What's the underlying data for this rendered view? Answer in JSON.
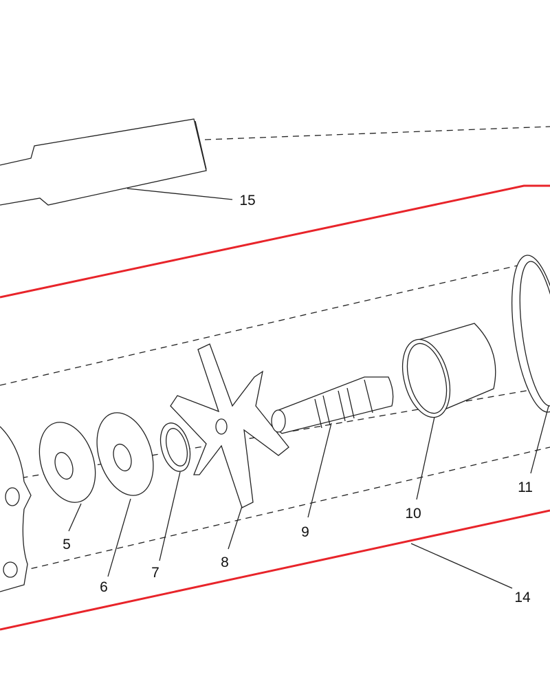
{
  "diagram": {
    "type": "exploded parts diagram",
    "part_labels": {
      "p5": "5",
      "p6": "6",
      "p7": "7",
      "p8": "8",
      "p9": "9",
      "p10": "10",
      "p11": "11",
      "p14": "14",
      "p15": "15"
    },
    "colors": {
      "outline": "#e8242a",
      "line": "#222222"
    }
  }
}
